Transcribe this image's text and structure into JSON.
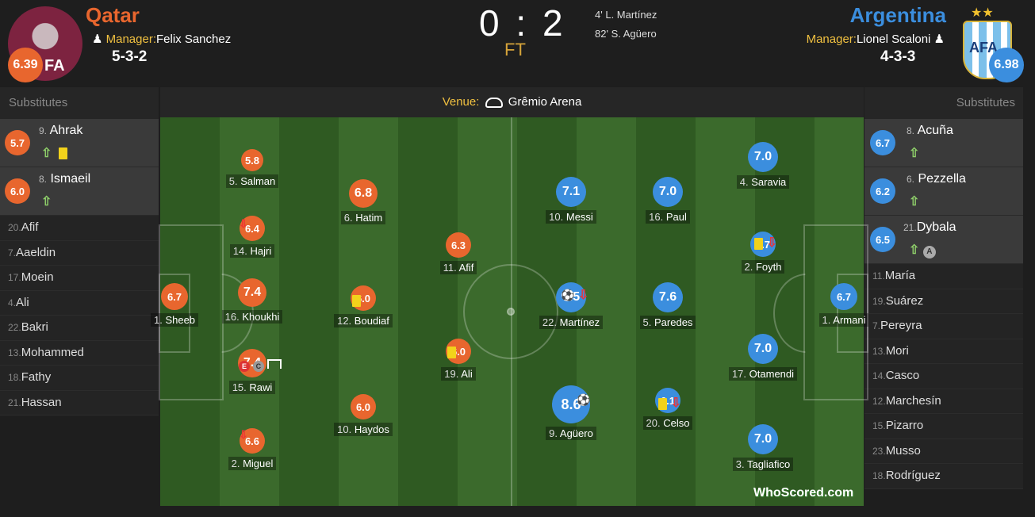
{
  "home": {
    "name": "Qatar",
    "manager_label": "Manager:",
    "manager": "Felix Sanchez",
    "formation": "5-3-2",
    "rating": "6.39",
    "logo_text": "FA",
    "color": "#e8662e",
    "substitutes_label": "Substitutes",
    "subs_active": [
      {
        "num": "9.",
        "name": "Ahrak",
        "rating": "5.7",
        "events": [
          "sub-on-icon",
          "yellow-card-icon"
        ]
      },
      {
        "num": "8.",
        "name": "Ismaeil",
        "rating": "6.0",
        "events": [
          "sub-on-icon"
        ]
      }
    ],
    "subs_unused": [
      {
        "num": "20.",
        "name": "Afif"
      },
      {
        "num": "7.",
        "name": "Aaeldin"
      },
      {
        "num": "17.",
        "name": "Moein"
      },
      {
        "num": "4.",
        "name": "Ali"
      },
      {
        "num": "22.",
        "name": "Bakri"
      },
      {
        "num": "13.",
        "name": "Mohammed"
      },
      {
        "num": "18.",
        "name": "Fathy"
      },
      {
        "num": "21.",
        "name": "Hassan"
      }
    ],
    "players": [
      {
        "num": "1.",
        "name": "Sheeb",
        "rating": "6.7"
      },
      {
        "num": "5.",
        "name": "Salman",
        "rating": "5.8"
      },
      {
        "num": "14.",
        "name": "Hajri",
        "rating": "6.4"
      },
      {
        "num": "16.",
        "name": "Khoukhi",
        "rating": "7.4"
      },
      {
        "num": "15.",
        "name": "Rawi",
        "rating": "7.4"
      },
      {
        "num": "2.",
        "name": "Miguel",
        "rating": "6.6"
      },
      {
        "num": "6.",
        "name": "Hatim",
        "rating": "6.8"
      },
      {
        "num": "12.",
        "name": "Boudiaf",
        "rating": "6.0"
      },
      {
        "num": "10.",
        "name": "Haydos",
        "rating": "6.0"
      },
      {
        "num": "11.",
        "name": "Afif",
        "rating": "6.3"
      },
      {
        "num": "19.",
        "name": "Ali",
        "rating": "6.0"
      }
    ]
  },
  "away": {
    "name": "Argentina",
    "manager_label": "Manager:",
    "manager": "Lionel Scaloni",
    "formation": "4-3-3",
    "rating": "6.98",
    "logo_text": "AFA",
    "color": "#3b8ede",
    "substitutes_label": "Substitutes",
    "subs_active": [
      {
        "num": "8.",
        "name": "Acuña",
        "rating": "6.7",
        "events": [
          "sub-on-icon"
        ]
      },
      {
        "num": "6.",
        "name": "Pezzella",
        "rating": "6.2",
        "events": [
          "sub-on-icon"
        ]
      },
      {
        "num": "21.",
        "name": "Dybala",
        "rating": "6.5",
        "events": [
          "sub-on-icon",
          "assist-icon"
        ]
      }
    ],
    "subs_unused": [
      {
        "num": "11.",
        "name": "María"
      },
      {
        "num": "19.",
        "name": "Suárez"
      },
      {
        "num": "7.",
        "name": "Pereyra"
      },
      {
        "num": "13.",
        "name": "Mori"
      },
      {
        "num": "14.",
        "name": "Casco"
      },
      {
        "num": "12.",
        "name": "Marchesín"
      },
      {
        "num": "15.",
        "name": "Pizarro"
      },
      {
        "num": "23.",
        "name": "Musso"
      },
      {
        "num": "18.",
        "name": "Rodríguez"
      }
    ],
    "players": [
      {
        "num": "1.",
        "name": "Armani",
        "rating": "6.7"
      },
      {
        "num": "4.",
        "name": "Saravia",
        "rating": "7.0"
      },
      {
        "num": "2.",
        "name": "Foyth",
        "rating": "6.7"
      },
      {
        "num": "17.",
        "name": "Otamendi",
        "rating": "7.0"
      },
      {
        "num": "3.",
        "name": "Tagliafico",
        "rating": "7.0"
      },
      {
        "num": "16.",
        "name": "Paul",
        "rating": "7.0"
      },
      {
        "num": "5.",
        "name": "Paredes",
        "rating": "7.6"
      },
      {
        "num": "20.",
        "name": "Celso",
        "rating": "6.1"
      },
      {
        "num": "10.",
        "name": "Messi",
        "rating": "7.1"
      },
      {
        "num": "22.",
        "name": "Martínez",
        "rating": "7.5"
      },
      {
        "num": "9.",
        "name": "Agüero",
        "rating": "8.6"
      }
    ]
  },
  "score": {
    "home": "0",
    "sep": ":",
    "away": "2",
    "status": "FT"
  },
  "goals": [
    {
      "minute": "4'",
      "scorer": "L. Martínez"
    },
    {
      "minute": "82'",
      "scorer": "S. Agüero"
    }
  ],
  "venue": {
    "label": "Venue:",
    "name": "Grêmio Arena"
  },
  "watermark": "WhoScored.com"
}
